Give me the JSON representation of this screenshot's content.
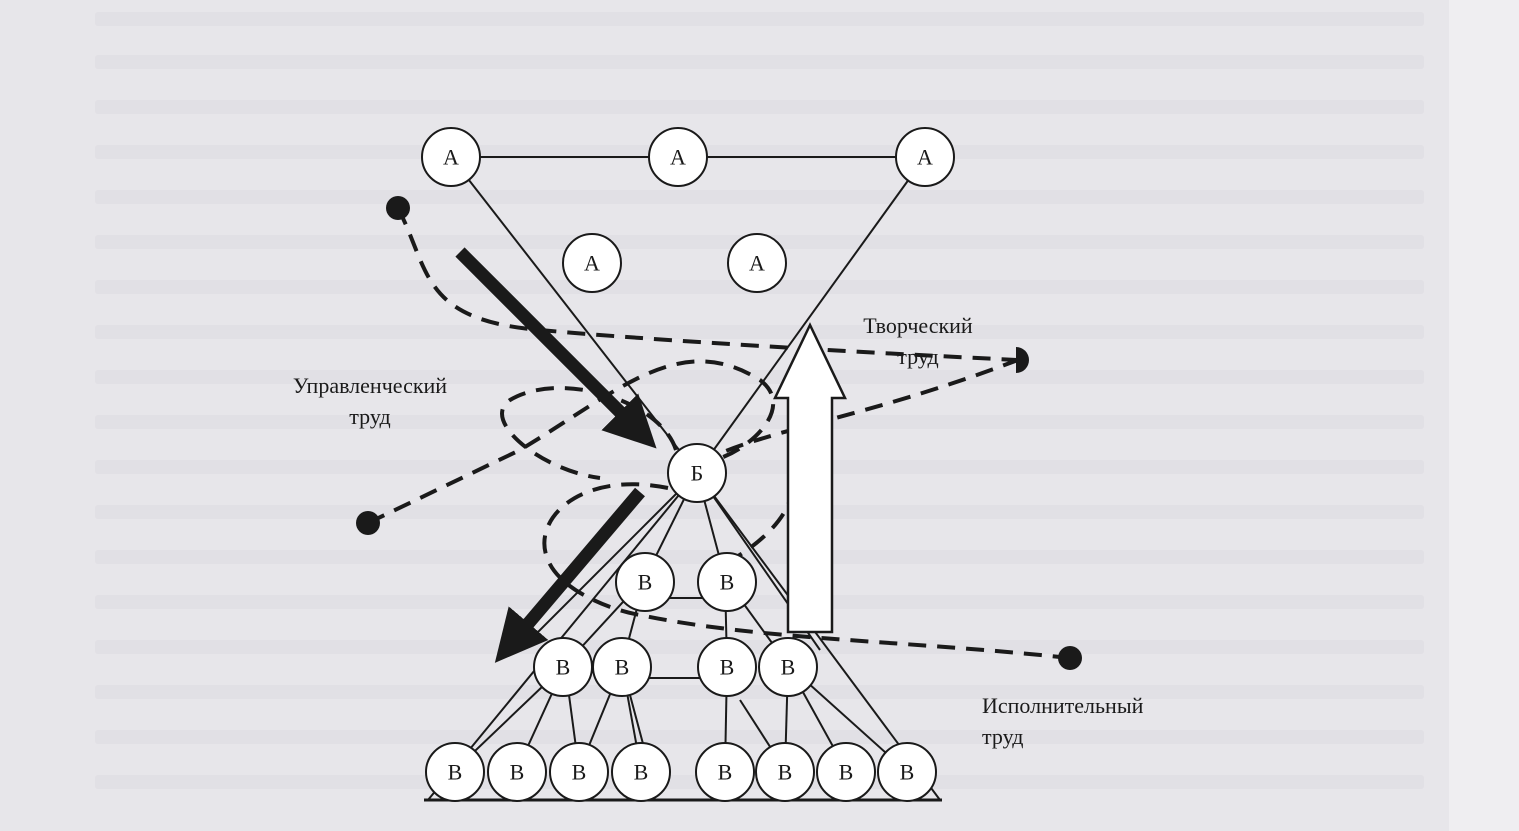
{
  "background_color": "#e7e6ea",
  "ink_color": "#1a1a1a",
  "nodes": {
    "top": [
      "А",
      "А",
      "А"
    ],
    "upper": [
      "А",
      "А"
    ],
    "center": "Б",
    "lower_1": [
      "В",
      "В"
    ],
    "lower_2": [
      "В",
      "В",
      "В",
      "В"
    ],
    "bottom": [
      "В",
      "В",
      "В",
      "В",
      "В",
      "В",
      "В",
      "В"
    ]
  },
  "labels": {
    "managerial": {
      "line1": "Управленческий",
      "line2": "труд"
    },
    "creative": {
      "line1": "Творческий",
      "line2": "труд"
    },
    "executive": {
      "line1": "Исполнительный",
      "line2": "труд"
    }
  }
}
